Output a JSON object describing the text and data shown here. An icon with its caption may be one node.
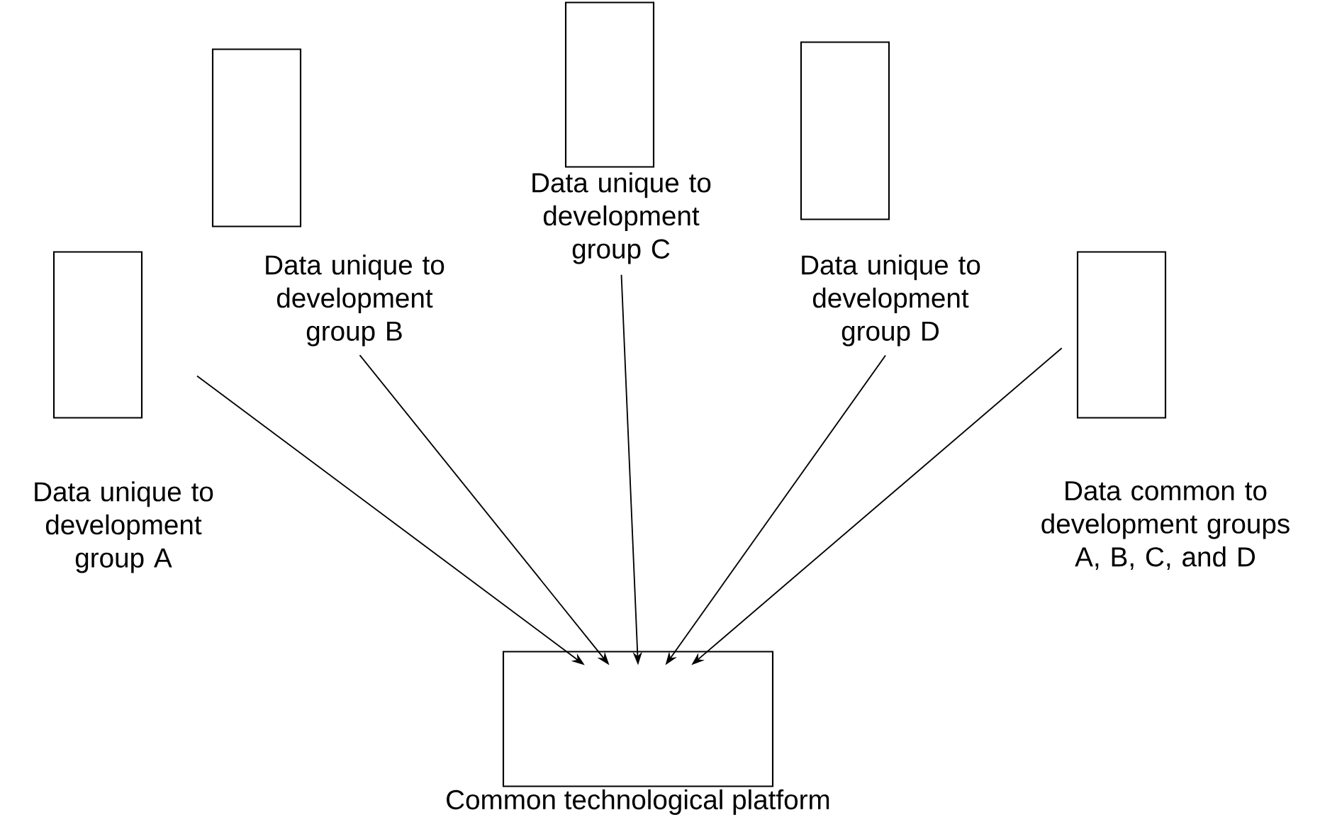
{
  "diagram": {
    "nodes": [
      {
        "text": [
          "Data unique to development group A"
        ]
      },
      {
        "text": [
          "Data unique to development group B"
        ]
      },
      {
        "text": [
          "Data unique to development group C"
        ]
      },
      {
        "text": [
          "Data unique to development group D"
        ]
      },
      {
        "text": [
          "Data common to development groups A, B, C, and D"
        ]
      },
      {
        "text": [
          "Common technological platform"
        ]
      }
    ],
    "edges": [
      {
        "from": 0,
        "to": 5,
        "arrow": "to"
      },
      {
        "from": 1,
        "to": 5,
        "arrow": "to"
      },
      {
        "from": 2,
        "to": 5,
        "arrow": "to"
      },
      {
        "from": 3,
        "to": 5,
        "arrow": "to"
      },
      {
        "from": 4,
        "to": 5,
        "arrow": "to"
      }
    ]
  }
}
